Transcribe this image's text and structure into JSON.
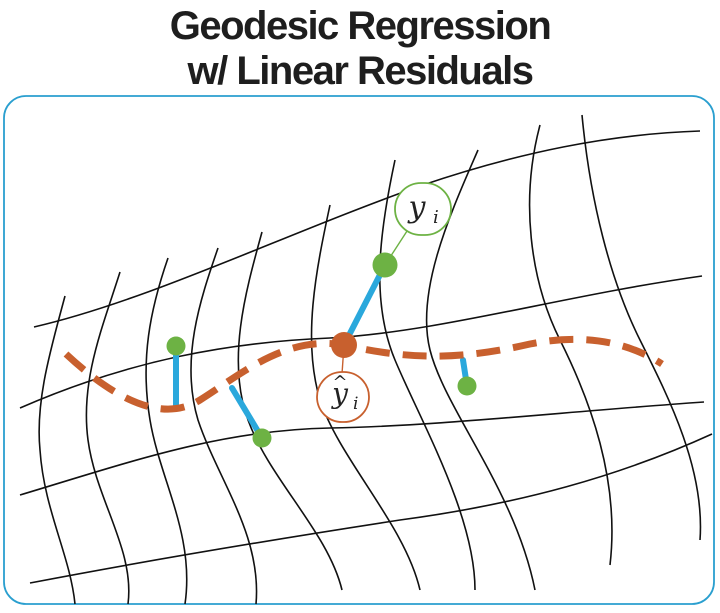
{
  "title": {
    "line1": "Geodesic Regression",
    "line2": "w/ Linear Residuals"
  },
  "labels": {
    "observed": {
      "base": "y",
      "sub": "i"
    },
    "fitted": {
      "base": "y",
      "hat": "^",
      "sub": "i"
    }
  },
  "colors": {
    "frame": "#2a9fcf",
    "grid": "#111111",
    "geodesic": "#c8602e",
    "residual": "#2aa8dc",
    "observed_point": "#6db244",
    "fitted_point": "#c8602e",
    "observed_label_border": "#6db244",
    "fitted_label_border": "#c8602e"
  }
}
